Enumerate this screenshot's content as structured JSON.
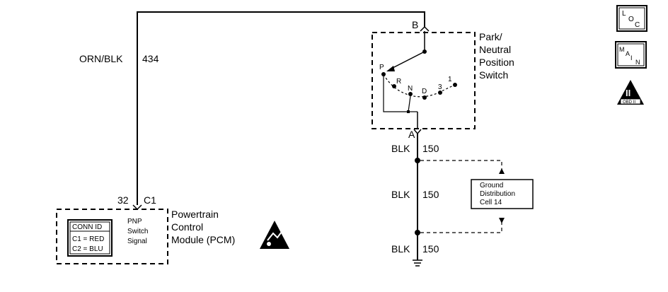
{
  "wire_top": {
    "color": "ORN/BLK",
    "circuit": "434"
  },
  "switch": {
    "title_lines": [
      "Park/",
      "Neutral",
      "Position",
      "Switch"
    ],
    "terminal_top": "B",
    "terminal_bottom": "A",
    "positions": [
      "P",
      "R",
      "N",
      "D",
      "3",
      "1"
    ]
  },
  "ground_wires": [
    {
      "color": "BLK",
      "circuit": "150"
    },
    {
      "color": "BLK",
      "circuit": "150"
    },
    {
      "color": "BLK",
      "circuit": "150"
    }
  ],
  "ground_distribution": {
    "lines": [
      "Ground",
      "Distribution",
      "Cell 14"
    ]
  },
  "pcm": {
    "pin": "32",
    "connector": "C1",
    "signal_lines": [
      "PNP",
      "Switch",
      "Signal"
    ],
    "title_lines": [
      "Powertrain",
      "Control",
      "Module (PCM)"
    ],
    "conn_id": {
      "header": "CONN ID",
      "rows": [
        "C1 = RED",
        "C2 = BLU"
      ]
    }
  },
  "icons": {
    "loc": {
      "letters": [
        "L",
        "O",
        "C"
      ]
    },
    "main": {
      "letters": [
        "M",
        "A",
        "I",
        "N"
      ]
    },
    "obd": {
      "symbol": "II",
      "label": "OBD II"
    }
  }
}
